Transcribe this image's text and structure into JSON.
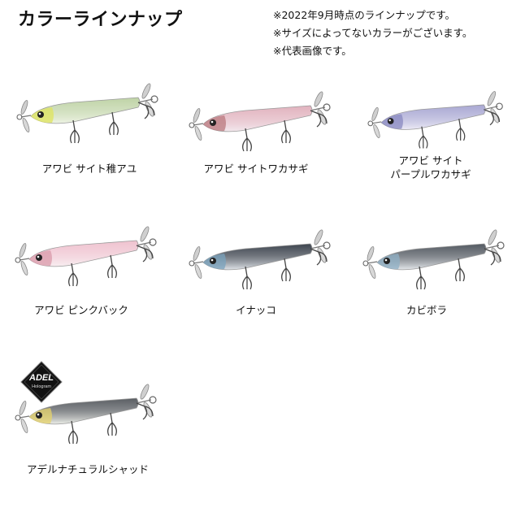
{
  "header": {
    "title": "カラーラインナップ",
    "notes": [
      "※2022年9月時点のラインナップです。",
      "※サイズによってないカラーがございます。",
      "※代表画像です。"
    ]
  },
  "badge": {
    "brand": "ADEL",
    "sub": "Hologram"
  },
  "lures": [
    {
      "lines": [
        "アワビ サイト稚アユ"
      ],
      "colors": {
        "top": "#bfd3a6",
        "belly": "#eef3e4",
        "head": "#dfe45c"
      }
    },
    {
      "lines": [
        "アワビ サイトワカサギ"
      ],
      "colors": {
        "top": "#e1b2be",
        "belly": "#f3e9ee",
        "head": "#b9787e"
      }
    },
    {
      "lines": [
        "アワビ サイト",
        "パープルワカサギ"
      ],
      "colors": {
        "top": "#a9a8d3",
        "belly": "#eceaf5",
        "head": "#8888c0"
      }
    },
    {
      "lines": [
        "アワビ ピンクバック"
      ],
      "colors": {
        "top": "#efc2cf",
        "belly": "#f8eef1",
        "head": "#d99aa9"
      }
    },
    {
      "lines": [
        "イナッコ"
      ],
      "colors": {
        "top": "#3f4650",
        "belly": "#e1e5ea",
        "head": "#7aa3be"
      }
    },
    {
      "lines": [
        "カビボラ"
      ],
      "colors": {
        "top": "#545a62",
        "belly": "#e6e9ed",
        "head": "#8fb0c6"
      }
    },
    {
      "lines": [
        "アデルナチュラルシャッド"
      ],
      "colors": {
        "top": "#5a5e63",
        "belly": "#eef0ea",
        "head": "#e6d36b"
      }
    }
  ]
}
